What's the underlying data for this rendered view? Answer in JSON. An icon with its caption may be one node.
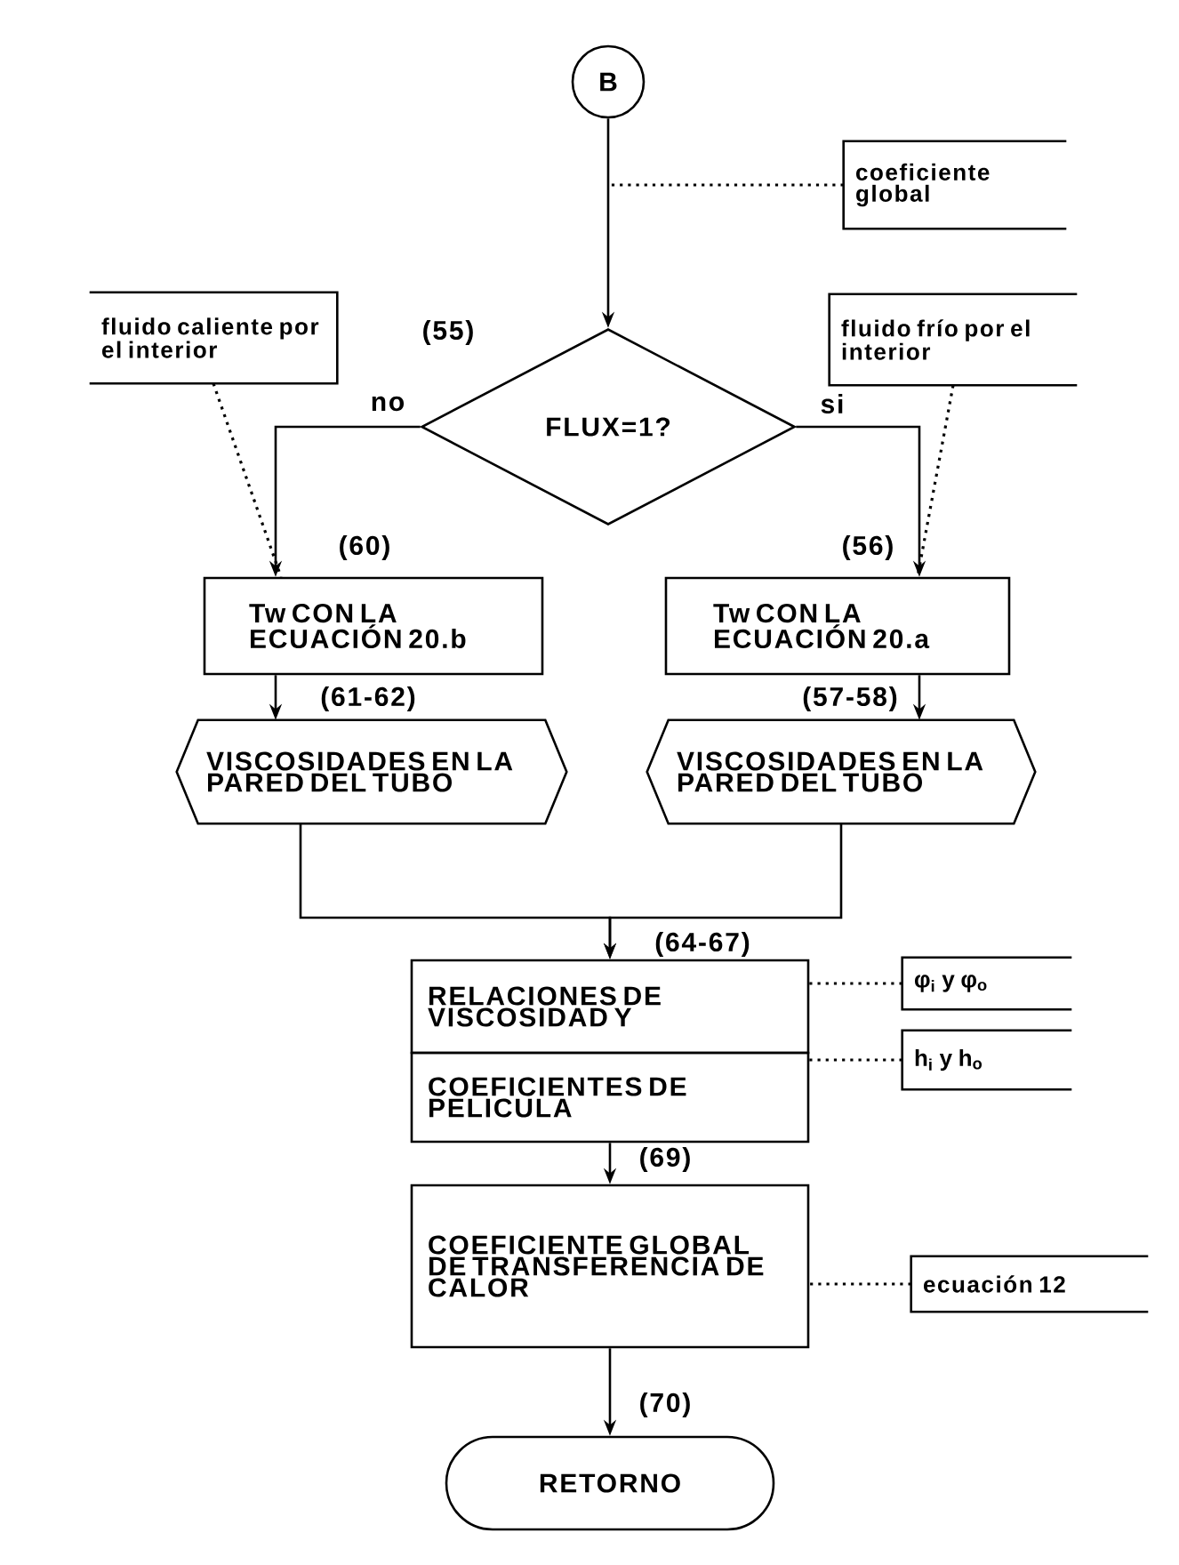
{
  "diagram": {
    "nodes": [
      {
        "text": [
          "B"
        ]
      },
      {
        "text": [
          "coeficiente global"
        ]
      },
      {
        "text": [
          "FLUX=1?"
        ],
        "beside": [
          "(55)"
        ]
      },
      {
        "text": [
          "fluido caliente por el interior"
        ]
      },
      {
        "text": [
          "fluido frío por el interior"
        ]
      },
      {
        "text": [
          "Tw CON LA ECUACIÓN 20.b"
        ],
        "beside": [
          "(60)"
        ]
      },
      {
        "text": [
          "Tw CON LA ECUACIÓN 20.a"
        ],
        "beside": [
          "(56)"
        ]
      },
      {
        "text": [
          "VISCOSIDADES EN LA PARED DEL TUBO"
        ],
        "beside": [
          "(61-62)"
        ]
      },
      {
        "text": [
          "VISCOSIDADES EN LA PARED DEL TUBO"
        ],
        "beside": [
          "(57-58)"
        ]
      },
      {
        "text": [
          "RELACIONES DE VISCOSIDAD Y"
        ],
        "beside": [
          "(64-67)"
        ]
      },
      {
        "text": [
          "COEFICIENTES DE PELICULA"
        ]
      },
      {
        "text": [
          "φ$_{i}$ y φ$_{o}$"
        ]
      },
      {
        "text": [
          "h$_{i}$ y h$_{o}$"
        ]
      },
      {
        "text": [
          "COEFICIENTE GLOBAL DE TRANSFERENCIA DE CALOR"
        ],
        "beside": [
          "(69)"
        ]
      },
      {
        "text": [
          "ecuación 12"
        ]
      },
      {
        "text": [
          "RETORNO"
        ],
        "beside": [
          "(70)"
        ]
      }
    ],
    "edges": [
      {
        "from": 0,
        "to": 2,
        "arrow": "to"
      },
      {
        "from": 1,
        "to": null,
        "arrow": "none",
        "style": "dashed"
      },
      {
        "from": 2,
        "to": 5,
        "arrow": "to",
        "label": "no"
      },
      {
        "from": 2,
        "to": 6,
        "arrow": "to",
        "label": "si"
      },
      {
        "from": 3,
        "to": 5,
        "arrow": "none",
        "style": "dashed"
      },
      {
        "from": 4,
        "to": 6,
        "arrow": "none",
        "style": "dashed"
      },
      {
        "from": 5,
        "to": 7,
        "arrow": "to"
      },
      {
        "from": 6,
        "to": 8,
        "arrow": "to"
      },
      {
        "from": 7,
        "to": 9,
        "arrow": "to"
      },
      {
        "from": 8,
        "to": 9,
        "arrow": "to"
      },
      {
        "from": 11,
        "to": 9,
        "arrow": "none",
        "style": "dashed"
      },
      {
        "from": 12,
        "to": 10,
        "arrow": "none",
        "style": "dashed"
      },
      {
        "from": 10,
        "to": 13,
        "arrow": "to"
      },
      {
        "from": 14,
        "to": 13,
        "arrow": "none",
        "style": "dashed"
      },
      {
        "from": 13,
        "to": 15,
        "arrow": "to"
      }
    ]
  }
}
